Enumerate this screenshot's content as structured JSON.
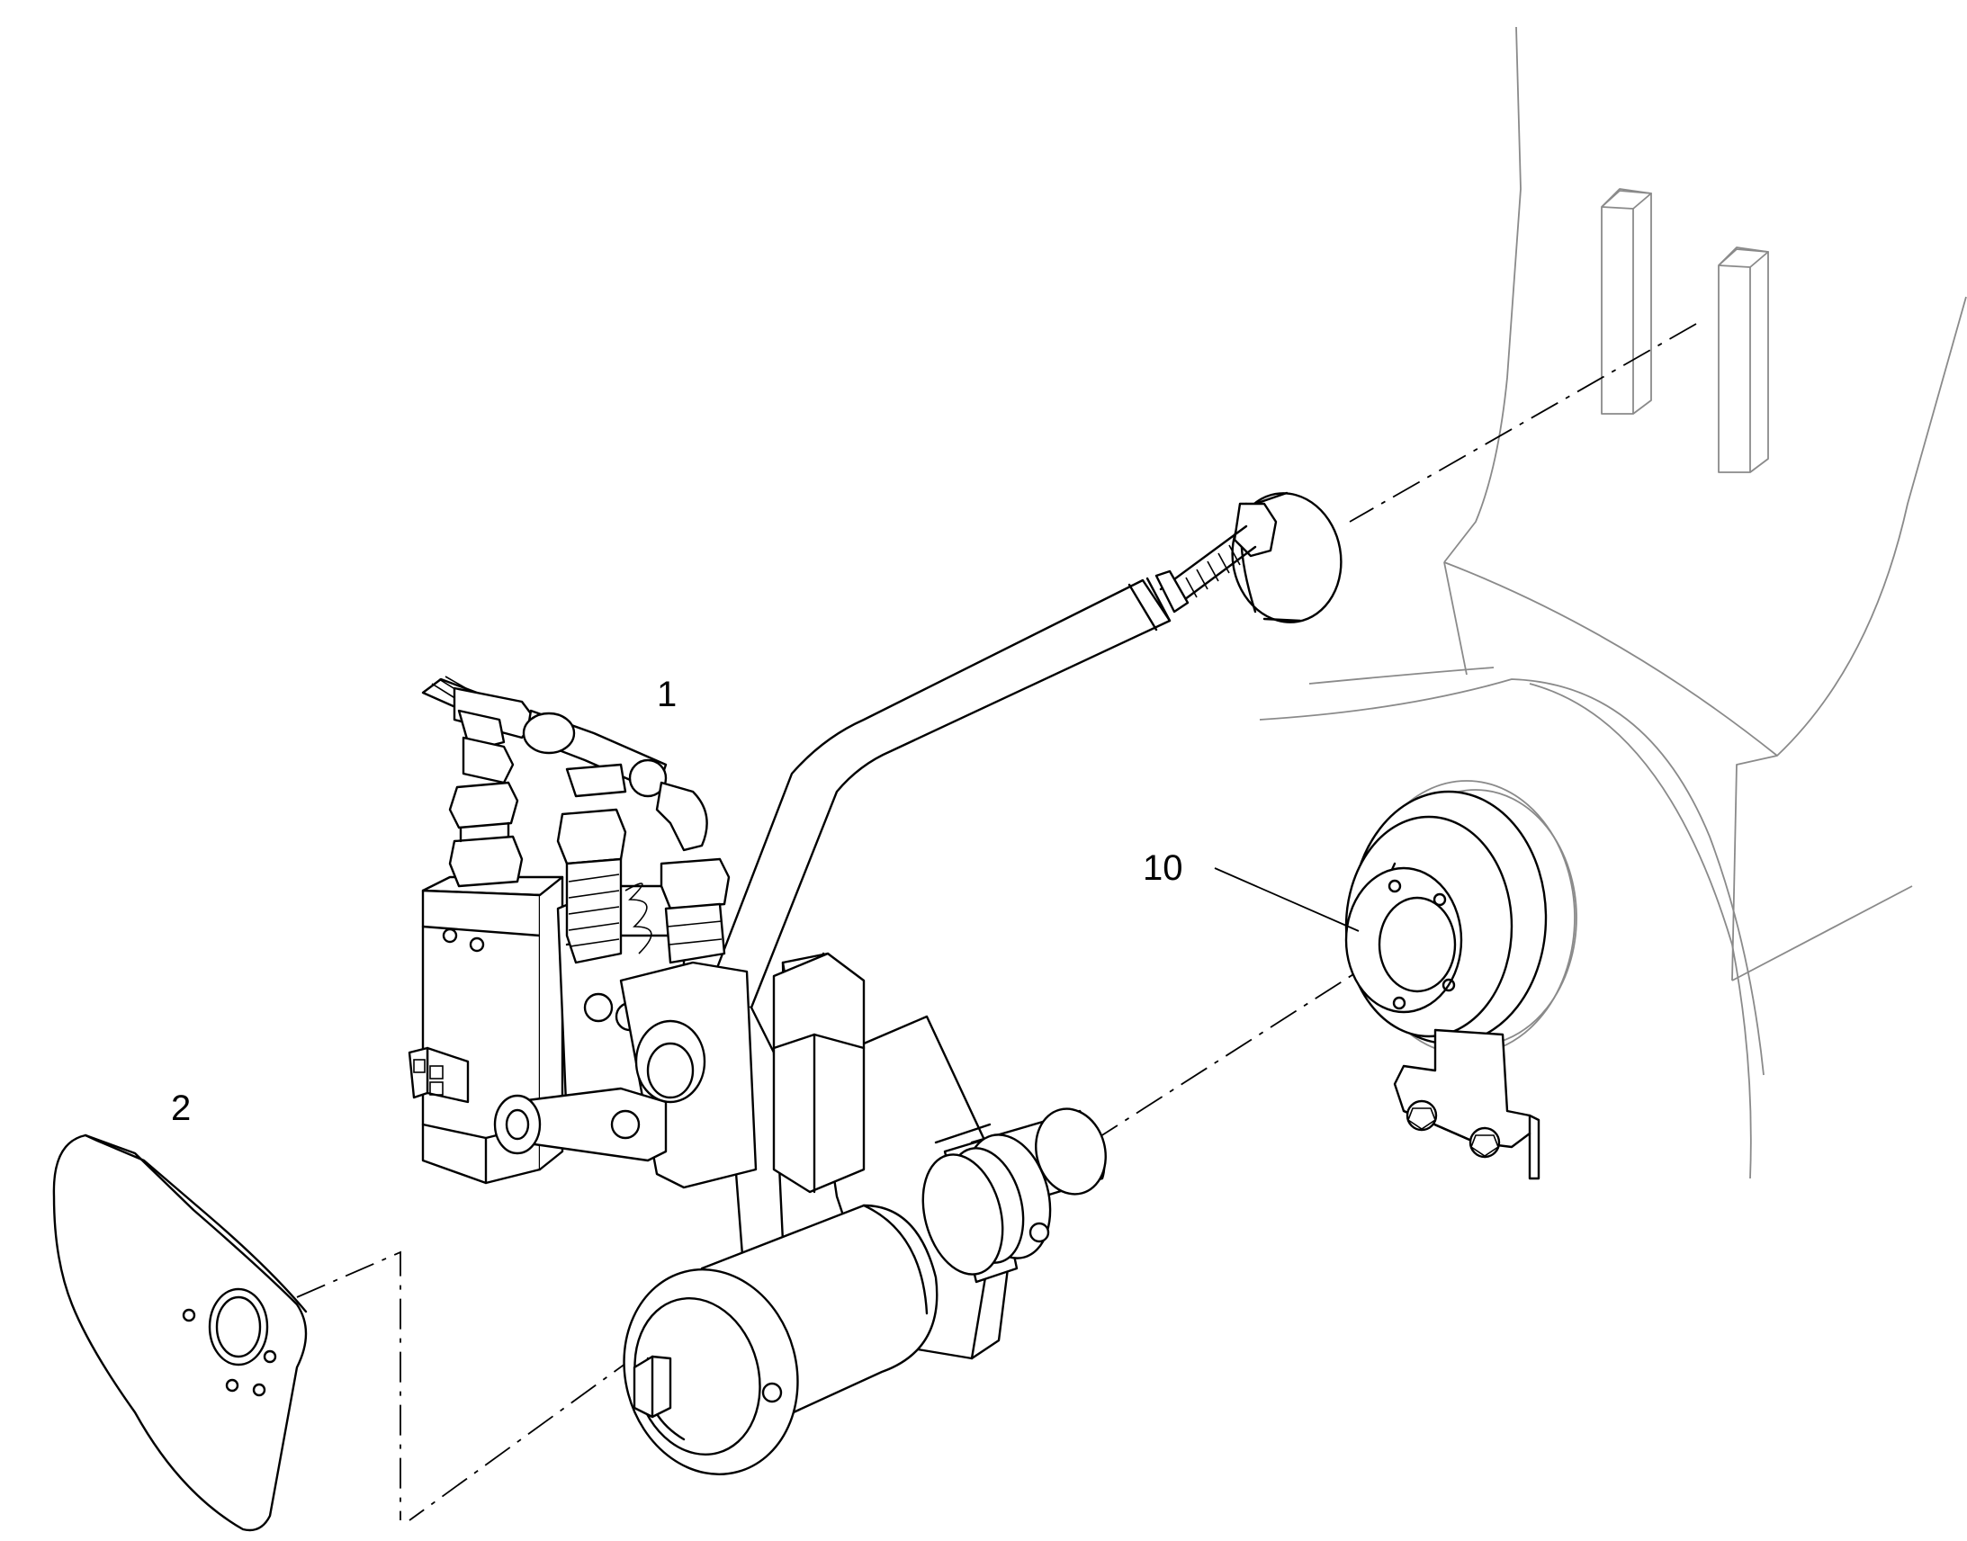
{
  "diagram": {
    "callouts": [
      {
        "id": "1",
        "label": "1"
      },
      {
        "id": "2",
        "label": "2"
      },
      {
        "id": "10",
        "label": "10"
      }
    ],
    "line_color": "#000000",
    "background_line_color": "#8a8a8a"
  }
}
